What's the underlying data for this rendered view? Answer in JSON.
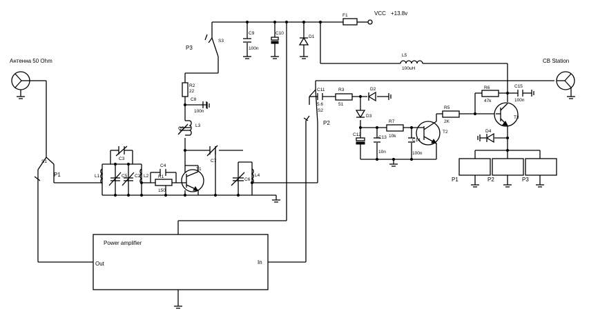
{
  "power": {
    "f1": "F1",
    "vcc": "VCC",
    "voltage": "+13.8v"
  },
  "antennas": {
    "left": "Антенна 50 Ohm",
    "right": "CB Station"
  },
  "amplifier": {
    "title": "Power amplifier",
    "out": "Out",
    "in": "In"
  },
  "switches": {
    "s1": "S1",
    "s2": "S2",
    "s3": "S3"
  },
  "relay_contacts": {
    "p1": "P1",
    "p2": "P2",
    "p3": "P3"
  },
  "relays": {
    "p1": "P1",
    "p2": "P2",
    "p3": "P3"
  },
  "capacitors": {
    "c3": "C3",
    "c4": "C4",
    "c5": "C5",
    "c2": "C2",
    "c6": "C6",
    "c7": "C7",
    "c8": "C8",
    "c8_val": "100n",
    "c9": "C9",
    "c9_val": "100n",
    "c10": "C10",
    "c11": "C11",
    "c11_val": "5.6",
    "c12": "C12",
    "c13": "C13",
    "c13_val": "10n",
    "c14": "C14",
    "c14_val": "100n",
    "c15": "C15",
    "c15_val": "100n",
    "c6b": "C6"
  },
  "resistors": {
    "r1": "R1",
    "r1_val": "150",
    "r2": "R2",
    "r2_val": "22",
    "r3": "R3",
    "r3_val": "51",
    "r5": "R5",
    "r5_val": "2K",
    "r6": "R6",
    "r6_val": "47k",
    "r7": "R7",
    "r7_val": "10k"
  },
  "inductors": {
    "l1": "L1",
    "l2": "L2",
    "l3": "L3",
    "l4": "L4",
    "l5": "L5",
    "l5_val": "100uH"
  },
  "diodes": {
    "d1": "D1",
    "d2": "D2",
    "d3": "D3",
    "d4": "D4"
  },
  "transistors": {
    "t1": "T1",
    "t2": "T2",
    "t3": "T3"
  }
}
